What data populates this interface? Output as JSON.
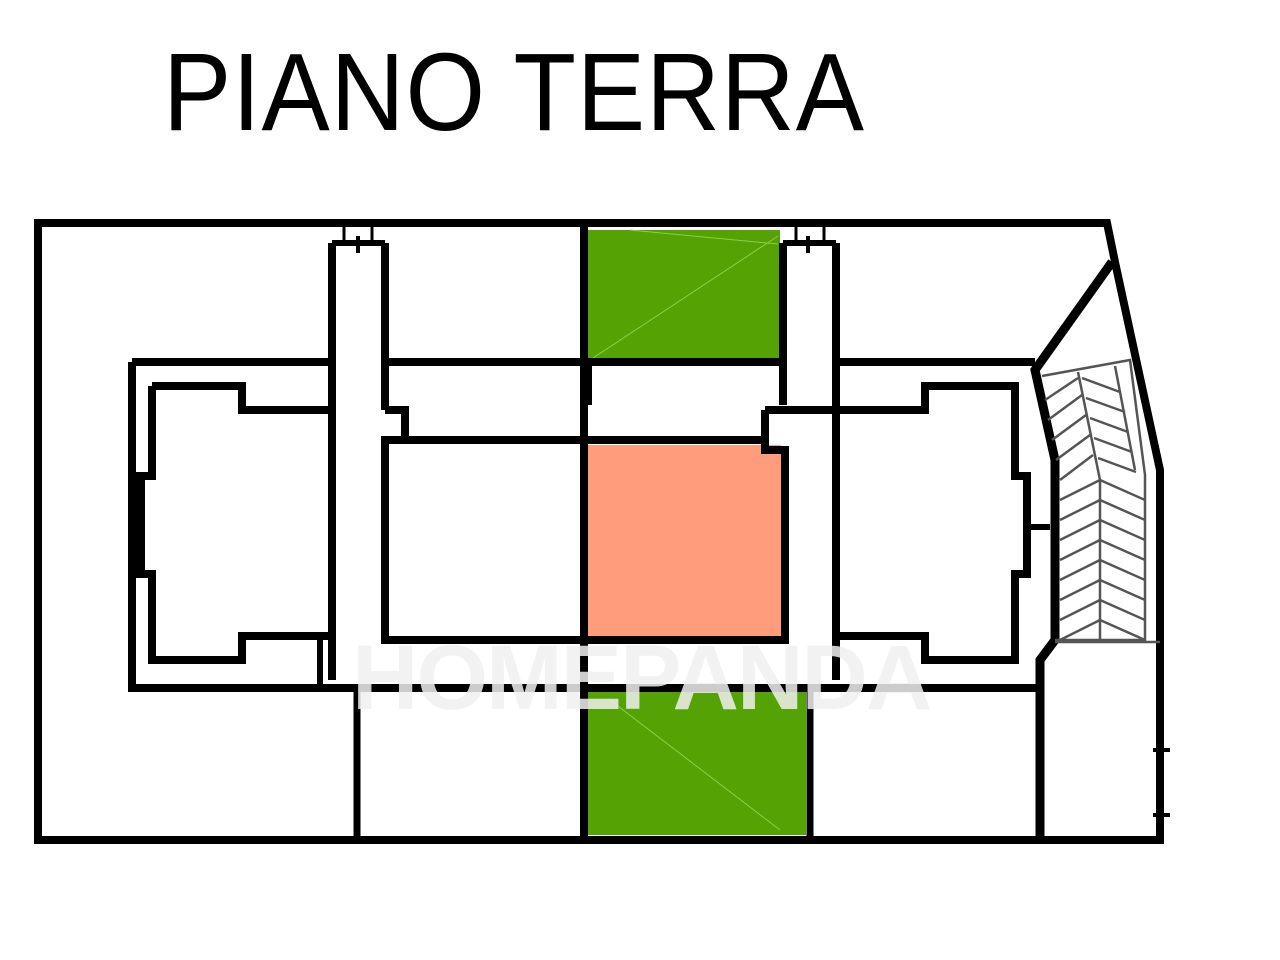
{
  "header": {
    "title": "PIANO TERRA"
  },
  "watermark": {
    "text": "HOMEPANDA"
  },
  "legend_colors": {
    "garden": "#54a204",
    "highlighted_unit": "#fe9c7b",
    "wall": "#000000",
    "stair_hatch": "#555555"
  },
  "plan": {
    "areas": [
      {
        "id": "garden-north",
        "color": "garden"
      },
      {
        "id": "highlighted-unit",
        "color": "highlighted_unit"
      },
      {
        "id": "garden-south",
        "color": "garden"
      },
      {
        "id": "ramp-stairs",
        "color": "stair_hatch"
      }
    ]
  }
}
